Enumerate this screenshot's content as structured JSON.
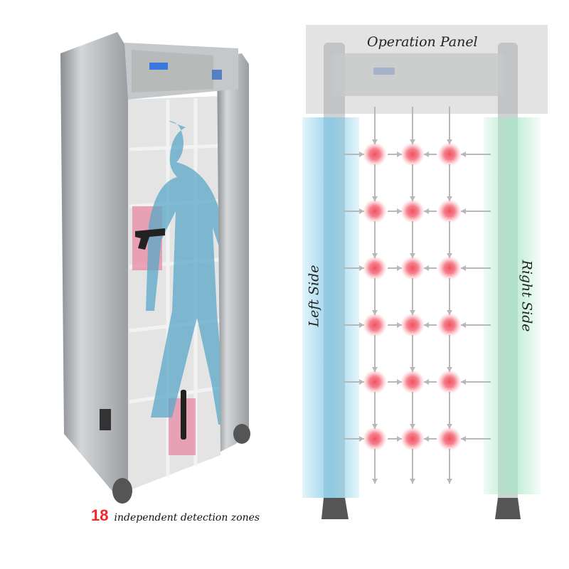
{
  "caption": {
    "count": "18",
    "text": "independent detection zones"
  },
  "labels": {
    "operation_panel": "Operation Panel",
    "left_side": "Left Side",
    "right_side": "Right Side"
  },
  "colors": {
    "accent": "#f0282a",
    "left_glow": "#7cc8e6",
    "right_glow": "#a8e6c6",
    "zone": "#f05060",
    "arrow": "#b8b8b8"
  }
}
